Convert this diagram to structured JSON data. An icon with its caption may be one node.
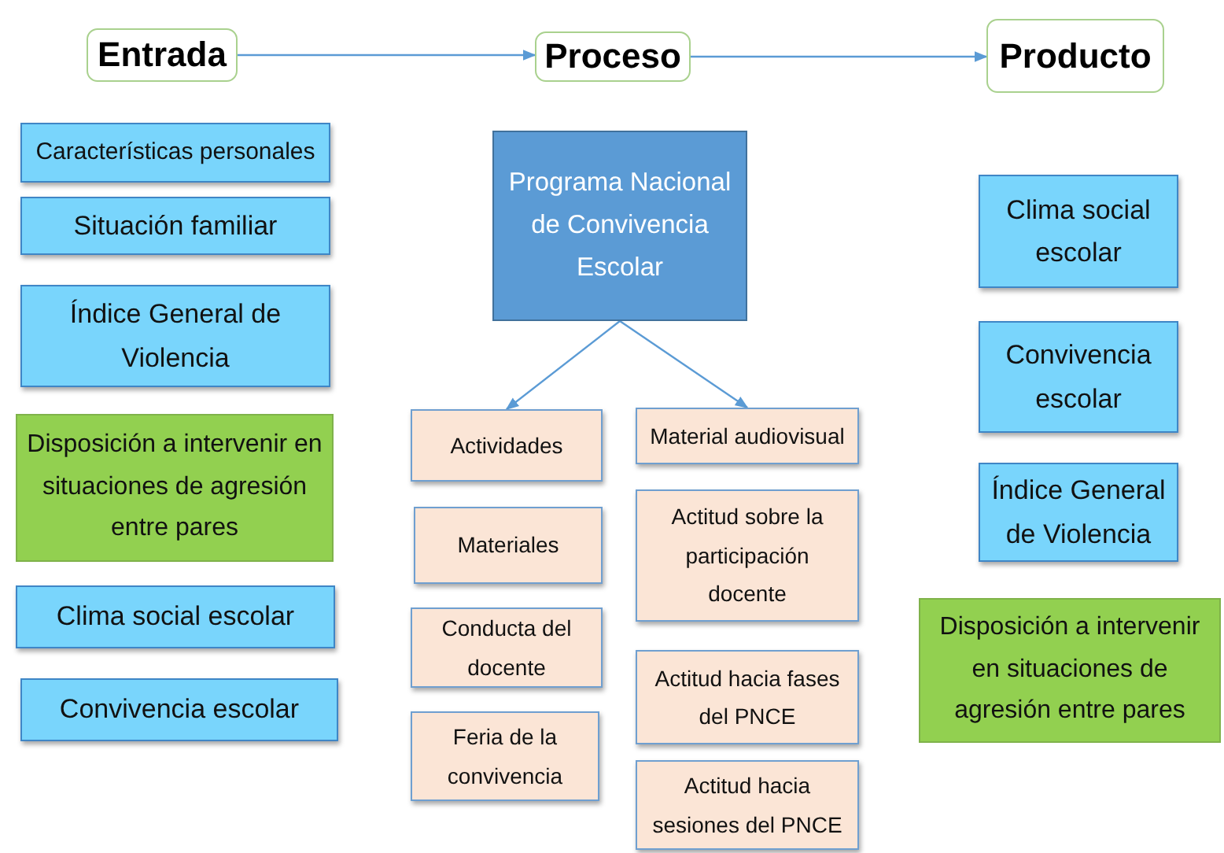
{
  "diagram": {
    "nodes": [
      {
        "text": [
          "Entrada"
        ]
      },
      {
        "text": [
          "Proceso"
        ]
      },
      {
        "text": [
          "Producto"
        ]
      },
      {
        "text": [
          "Características personales"
        ]
      },
      {
        "text": [
          "Situación familiar"
        ]
      },
      {
        "text": [
          "Índice General de Violencia"
        ]
      },
      {
        "text": [
          "Disposición a intervenir en situaciones de agresión entre pares"
        ]
      },
      {
        "text": [
          "Clima social escolar"
        ]
      },
      {
        "text": [
          "Convivencia escolar"
        ]
      },
      {
        "text": [
          "Programa Nacional de Convivencia Escolar"
        ]
      },
      {
        "text": [
          "Actividades"
        ]
      },
      {
        "text": [
          "Materiales"
        ]
      },
      {
        "text": [
          "Conducta del docente"
        ]
      },
      {
        "text": [
          "Feria de la convivencia"
        ]
      },
      {
        "text": [
          "Material audiovisual"
        ]
      },
      {
        "text": [
          "Actitud sobre la participación docente"
        ]
      },
      {
        "text": [
          "Actitud hacia fases del PNCE"
        ]
      },
      {
        "text": [
          "Actitud hacia sesiones del PNCE"
        ]
      },
      {
        "text": [
          "Clima social escolar"
        ]
      },
      {
        "text": [
          "Convivencia escolar"
        ]
      },
      {
        "text": [
          "Índice General de Violencia"
        ]
      },
      {
        "text": [
          "Disposición a intervenir en situaciones de agresión entre pares"
        ]
      }
    ],
    "edges": [
      {
        "from": 0,
        "to": 1,
        "arrow": "to"
      },
      {
        "from": 1,
        "to": 2,
        "arrow": "to"
      },
      {
        "from": 9,
        "to": 10,
        "arrow": "to"
      },
      {
        "from": 9,
        "to": 14,
        "arrow": "to"
      }
    ]
  }
}
